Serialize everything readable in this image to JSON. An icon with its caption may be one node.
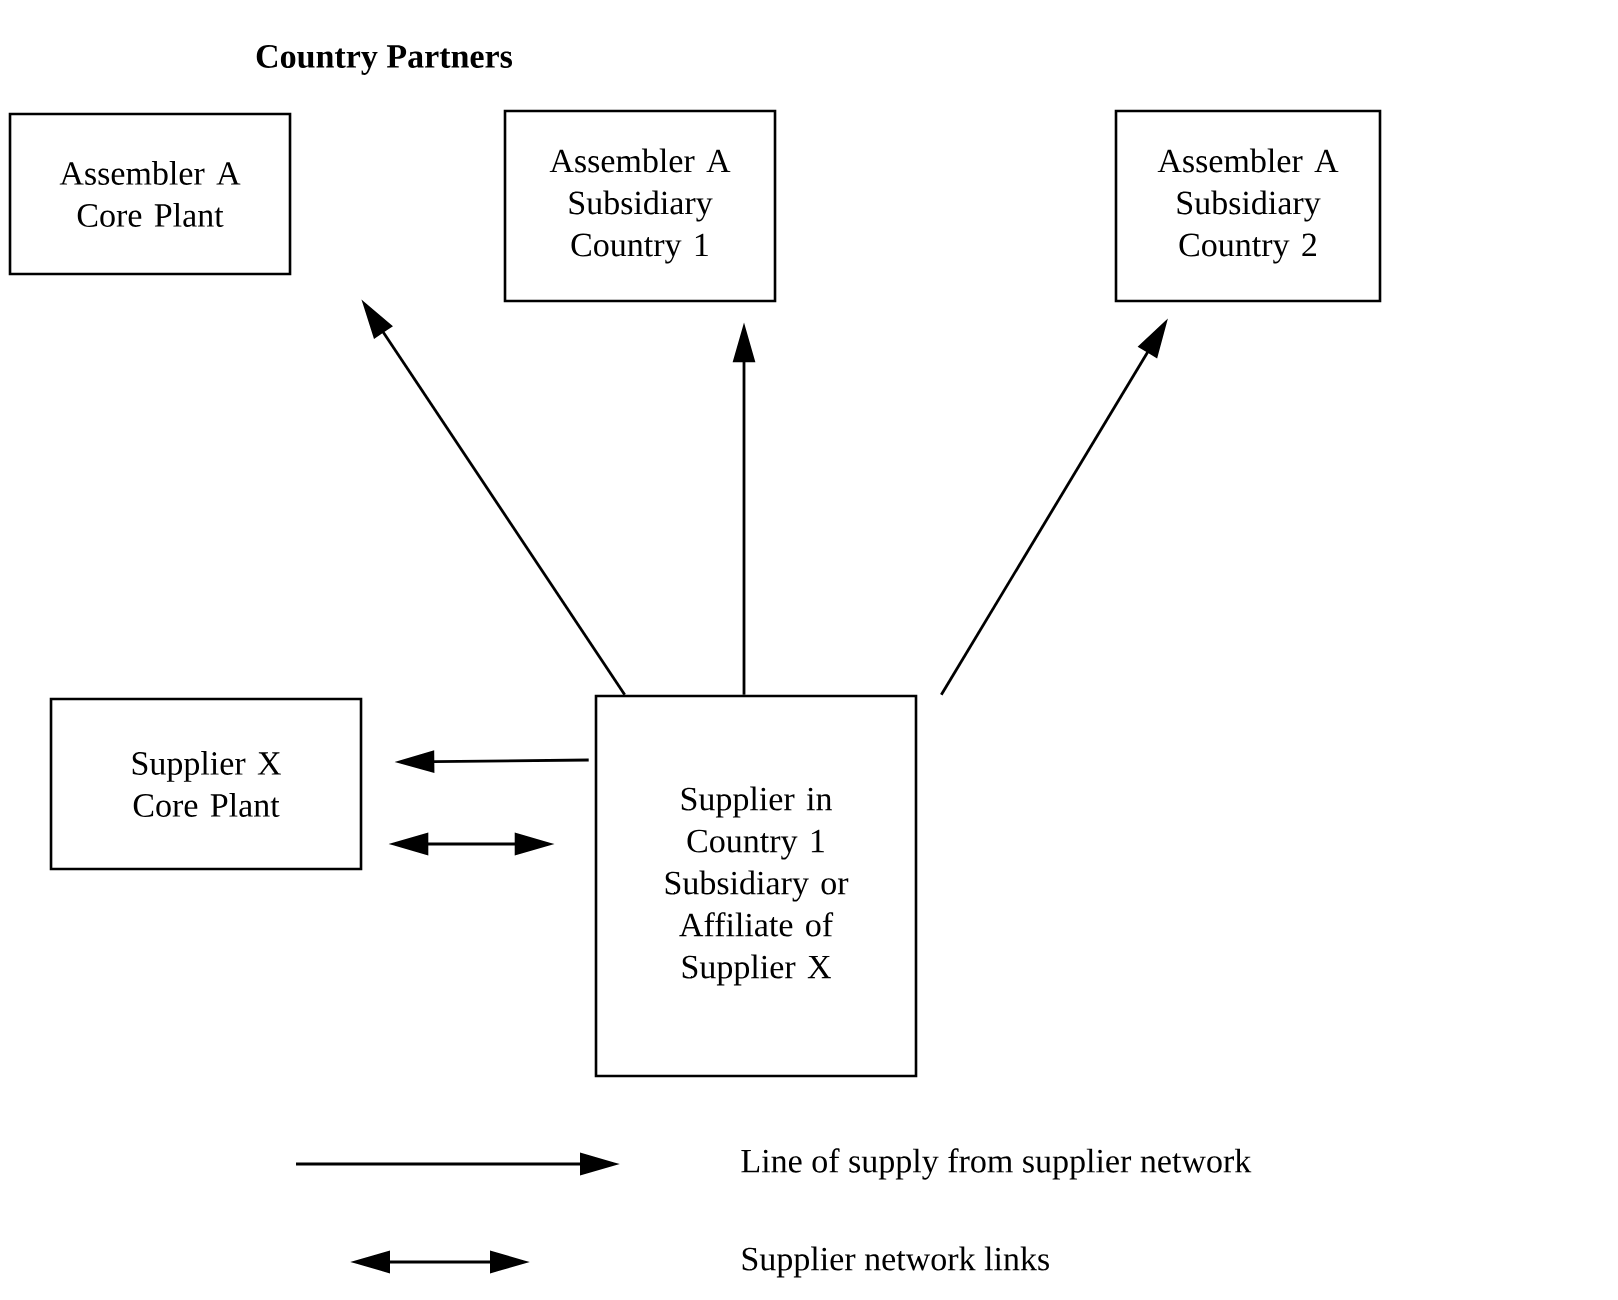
{
  "diagram": {
    "title": "Country Partners",
    "nodes": [
      {
        "text": [
          "Assembler A Core Plant"
        ]
      },
      {
        "text": [
          "Assembler A Subsidiary Country 1"
        ]
      },
      {
        "text": [
          "Assembler A Subsidiary Country 2"
        ]
      },
      {
        "text": [
          "Supplier X Core Plant"
        ]
      },
      {
        "text": [
          "Supplier in Country 1 Subsidiary or Affiliate of Supplier X"
        ]
      }
    ],
    "edges": [
      {
        "from": 4,
        "to": 0,
        "arrow": "to"
      },
      {
        "from": 4,
        "to": 1,
        "arrow": "to"
      },
      {
        "from": 4,
        "to": 2,
        "arrow": "to"
      },
      {
        "from": 4,
        "to": 3,
        "arrow": "to"
      },
      {
        "from": 3,
        "to": 4,
        "arrow": "both"
      }
    ],
    "legend": [
      {
        "text": "Line of supply from supplier network"
      },
      {
        "text": "Supplier network links"
      }
    ]
  }
}
